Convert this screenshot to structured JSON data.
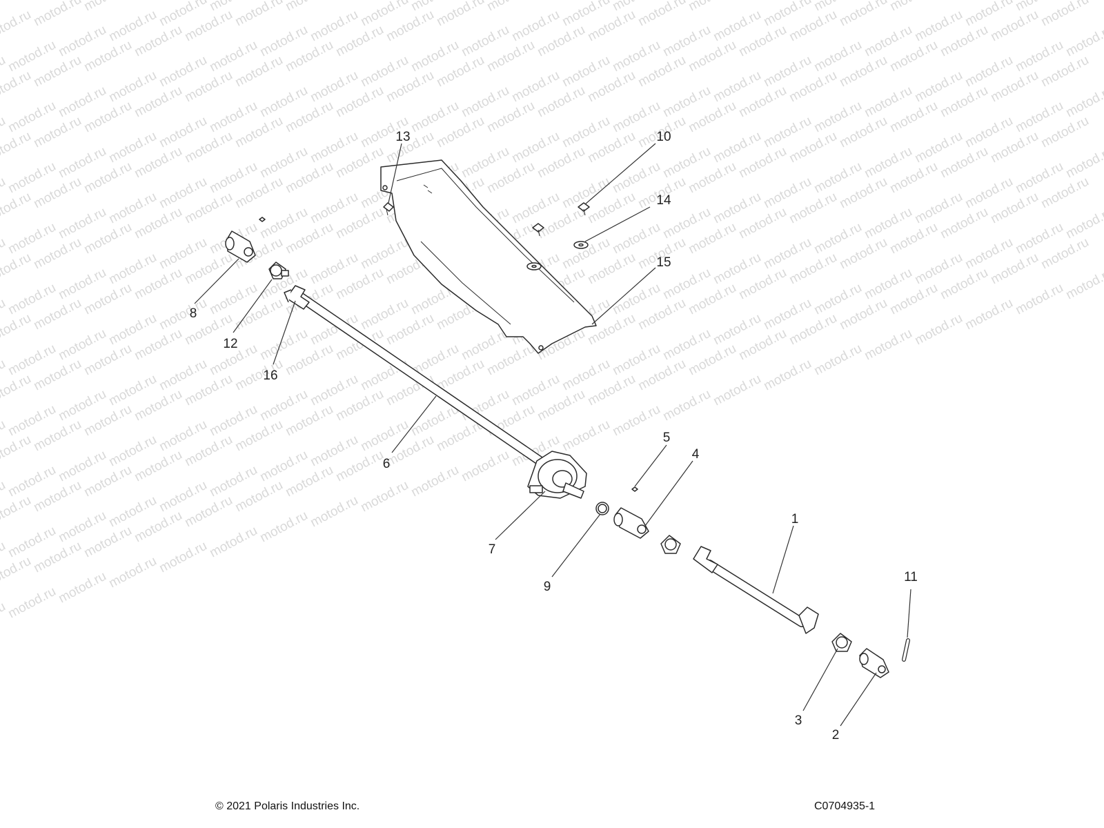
{
  "watermark": "motod.ru",
  "callouts": [
    {
      "id": "1",
      "label": "1"
    },
    {
      "id": "2",
      "label": "2"
    },
    {
      "id": "3",
      "label": "3"
    },
    {
      "id": "4",
      "label": "4"
    },
    {
      "id": "5",
      "label": "5"
    },
    {
      "id": "6",
      "label": "6"
    },
    {
      "id": "7",
      "label": "7"
    },
    {
      "id": "8",
      "label": "8"
    },
    {
      "id": "9",
      "label": "9"
    },
    {
      "id": "10",
      "label": "10"
    },
    {
      "id": "11",
      "label": "11"
    },
    {
      "id": "12",
      "label": "12"
    },
    {
      "id": "13",
      "label": "13"
    },
    {
      "id": "14",
      "label": "14"
    },
    {
      "id": "15",
      "label": "15"
    },
    {
      "id": "16",
      "label": "16"
    }
  ],
  "footer": {
    "copyright": "© 2021 Polaris Industries Inc.",
    "diagram_id": "C0704935-1"
  },
  "colors": {
    "line": "#2a2a2a",
    "watermark": "#d9d9d9",
    "text": "#222222"
  }
}
